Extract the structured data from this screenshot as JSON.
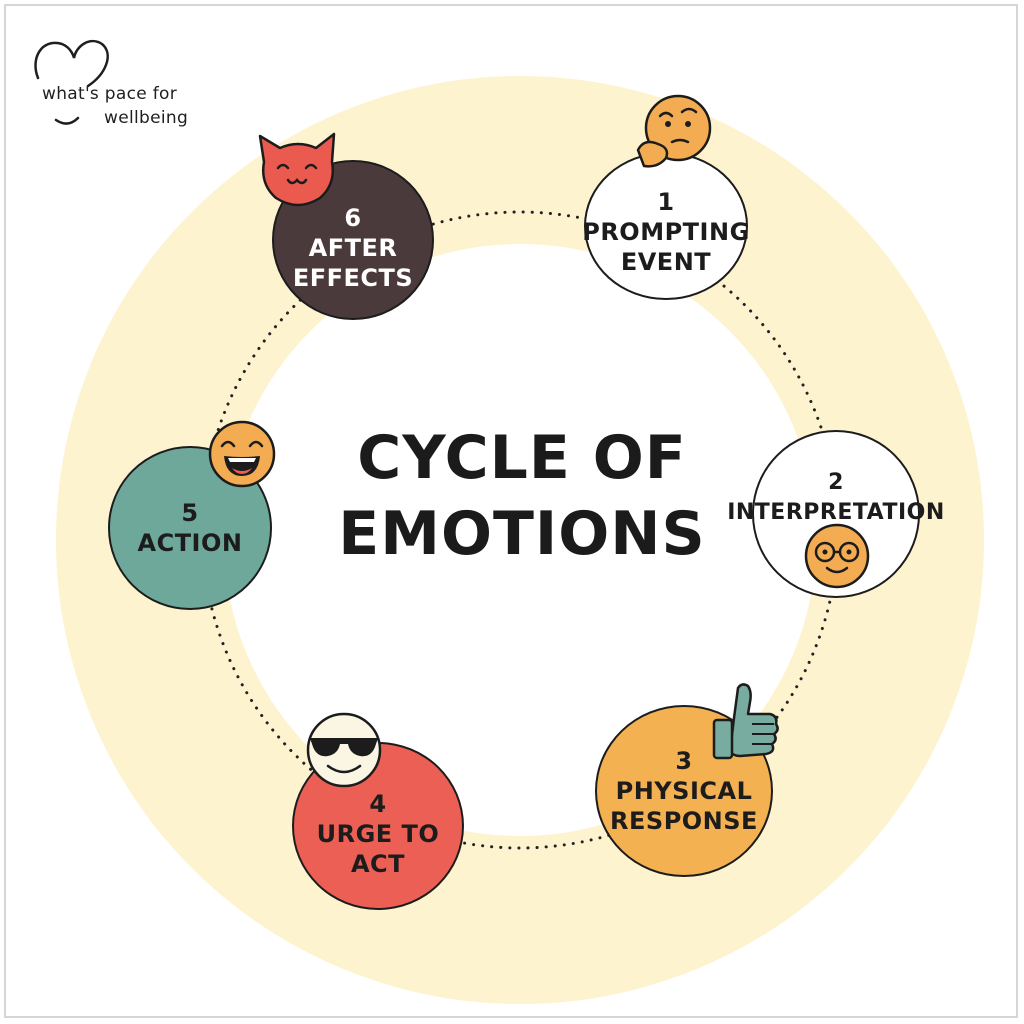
{
  "logo": {
    "line1": "what's pace for",
    "line2": "wellbeing"
  },
  "title": {
    "line1": "CYCLE OF",
    "line2": "EMOTIONS"
  },
  "steps": [
    {
      "num": "1",
      "label_lines": [
        "PROMPTING",
        "EVENT"
      ],
      "emoji": "thinking-face-icon"
    },
    {
      "num": "2",
      "label_lines": [
        "INTERPRETATION"
      ],
      "emoji": "glasses-face-icon"
    },
    {
      "num": "3",
      "label_lines": [
        "PHYSICAL",
        "RESPONSE"
      ],
      "emoji": "thumbs-up-icon"
    },
    {
      "num": "4",
      "label_lines": [
        "URGE TO",
        "ACT"
      ],
      "emoji": "sunglasses-face-icon"
    },
    {
      "num": "5",
      "label_lines": [
        "ACTION"
      ],
      "emoji": "laughing-face-icon"
    },
    {
      "num": "6",
      "label_lines": [
        "AFTER",
        "EFFECTS"
      ],
      "emoji": "cat-face-icon"
    }
  ],
  "colors": {
    "ring": "#fdf3cf",
    "step1": "#ffffff",
    "step2": "#ffffff",
    "step3": "#f3b151",
    "step4": "#ec5f55",
    "step5": "#6ea89b",
    "step6": "#4b3a3c",
    "emoji_face": "#f3ac52",
    "cat": "#ea5a4f",
    "thumb": "#78aca0"
  }
}
